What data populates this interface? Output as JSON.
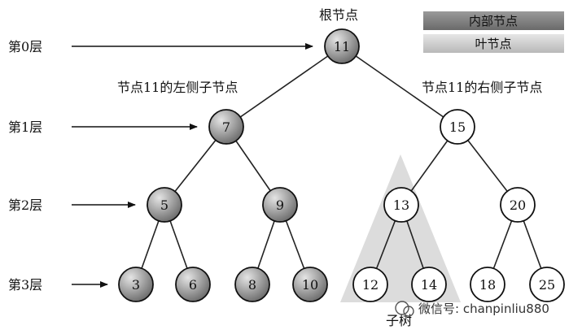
{
  "labels": {
    "root": "根节点",
    "left_subtree": "节点11的左侧子节点",
    "right_subtree": "节点11的右侧子节点",
    "subtree": "子树"
  },
  "legend": {
    "internal": "内部节点",
    "leaf": "叶节点"
  },
  "levels": [
    "第0层",
    "第1层",
    "第2层",
    "第3层"
  ],
  "nodes": [
    {
      "value": "11",
      "type": "internal"
    },
    {
      "value": "7",
      "type": "internal"
    },
    {
      "value": "15",
      "type": "leaf"
    },
    {
      "value": "5",
      "type": "internal"
    },
    {
      "value": "9",
      "type": "internal"
    },
    {
      "value": "13",
      "type": "leaf"
    },
    {
      "value": "20",
      "type": "leaf"
    },
    {
      "value": "3",
      "type": "internal"
    },
    {
      "value": "6",
      "type": "internal"
    },
    {
      "value": "8",
      "type": "internal"
    },
    {
      "value": "10",
      "type": "internal"
    },
    {
      "value": "12",
      "type": "leaf"
    },
    {
      "value": "14",
      "type": "leaf"
    },
    {
      "value": "18",
      "type": "leaf"
    },
    {
      "value": "25",
      "type": "leaf"
    }
  ],
  "watermark": "微信号: chanpinliu880",
  "colors": {
    "internal_dark": "#6f6f6f",
    "internal_light": "#d2d2d2",
    "leaf_fill": "#ffffff",
    "subtree_triangle": "#d9d9d9"
  }
}
